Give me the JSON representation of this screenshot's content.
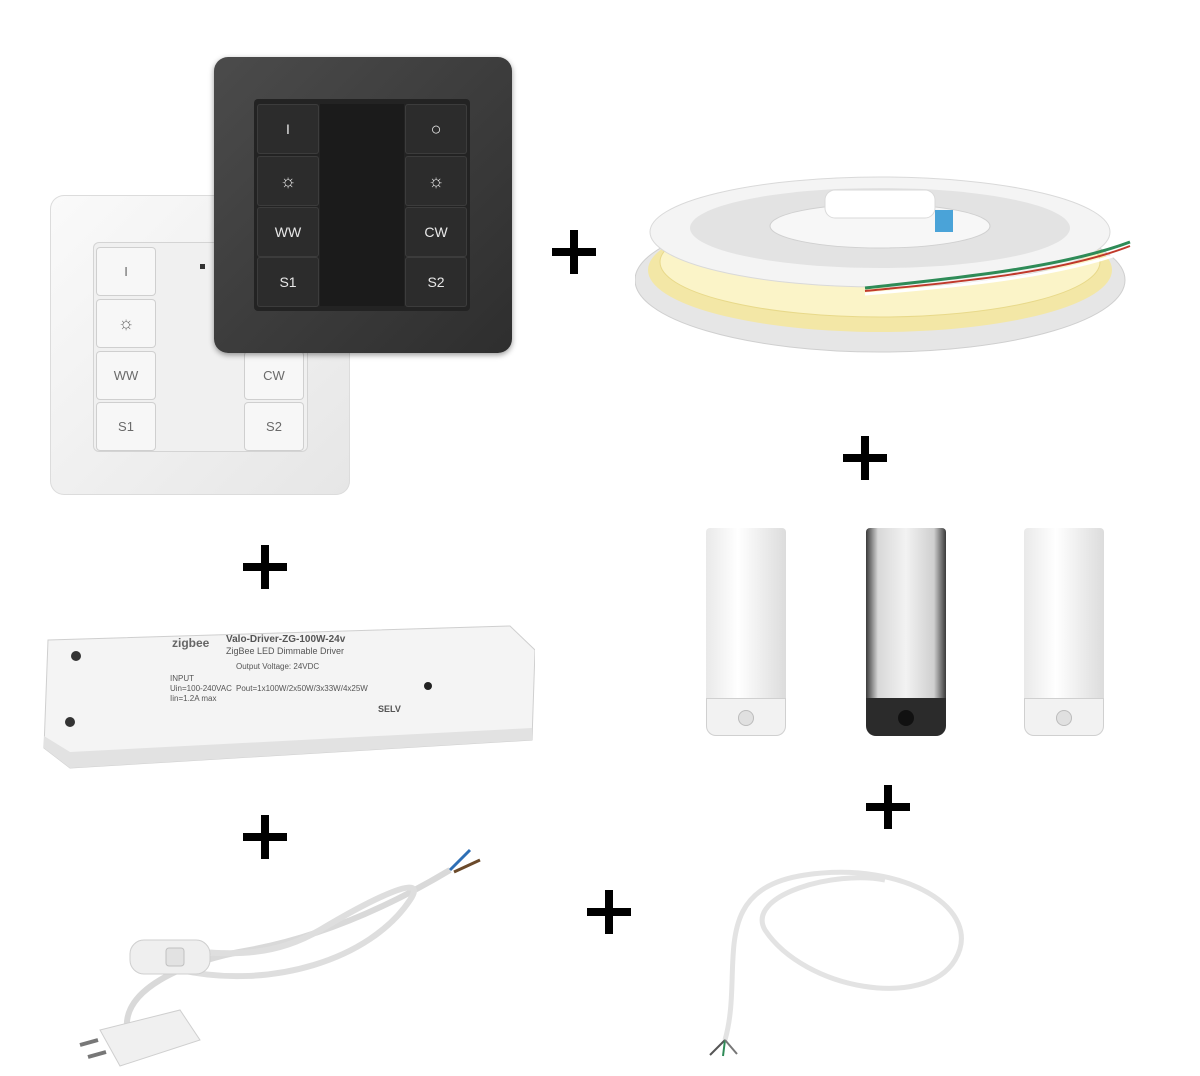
{
  "switch_white": {
    "buttons": [
      "I",
      "☼",
      "WW",
      "S1",
      "CW",
      "S2"
    ]
  },
  "switch_black": {
    "buttons": [
      "I",
      "☼",
      "WW",
      "S1",
      "○",
      "☼",
      "CW",
      "S2"
    ]
  },
  "driver": {
    "brand": "zigbee",
    "model": "Valo-Driver-ZG-100W-24v",
    "subtitle": "ZigBee LED Dimmable Driver",
    "input_label": "INPUT",
    "input_voltage": "Uin=100-240VAC",
    "input_current": "Iin=1.2A max",
    "output_voltage": "Output Voltage: 24VDC",
    "output_power": "Pout=1x100W/2x50W/3x33W/4x25W",
    "selv": "SELV"
  },
  "colors": {
    "background": "#ffffff",
    "plus": "#000000",
    "switch_white": "#f2f2f2",
    "switch_black": "#333333",
    "strip_led": "#f3e7a6"
  }
}
